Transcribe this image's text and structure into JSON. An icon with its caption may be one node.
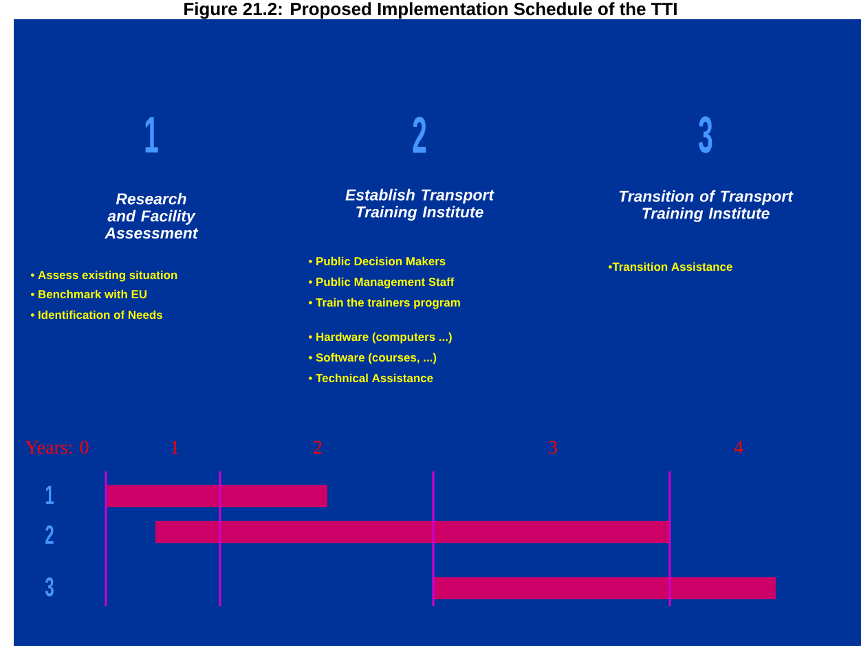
{
  "diagram": {
    "title": "Figure 21.2: Proposed Implementation Schedule of the TTI",
    "labels": [
      "1",
      "2",
      "3",
      "Research and Facility Assessment",
      "Establish Transport Training Institute",
      "Transition of Transport Training Institute",
      "• Assess existing situation",
      "• Benchmark with EU",
      "• Identification of Needs",
      "• Public Decision Makers",
      "• Public Management Staff",
      "• Train the trainers program",
      "• Hardware (computers ...)",
      "• Software (courses, ...)",
      "• Technical Assistance",
      "•Transition Assistance",
      "Years: 0",
      "1",
      "2",
      "3",
      "4",
      "1",
      "2",
      "3"
    ]
  }
}
